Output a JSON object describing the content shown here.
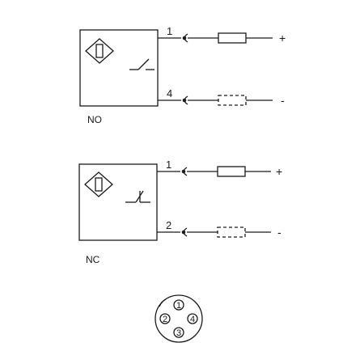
{
  "diagrams": [
    {
      "label": "NO",
      "top_pin": "1",
      "bottom_pin": "4",
      "positive_sign": "+",
      "negative_sign": "-"
    },
    {
      "label": "NC",
      "top_pin": "1",
      "bottom_pin": "2",
      "positive_sign": "+",
      "negative_sign": "-"
    }
  ],
  "connector": {
    "pins": [
      "1",
      "2",
      "3",
      "4"
    ]
  }
}
